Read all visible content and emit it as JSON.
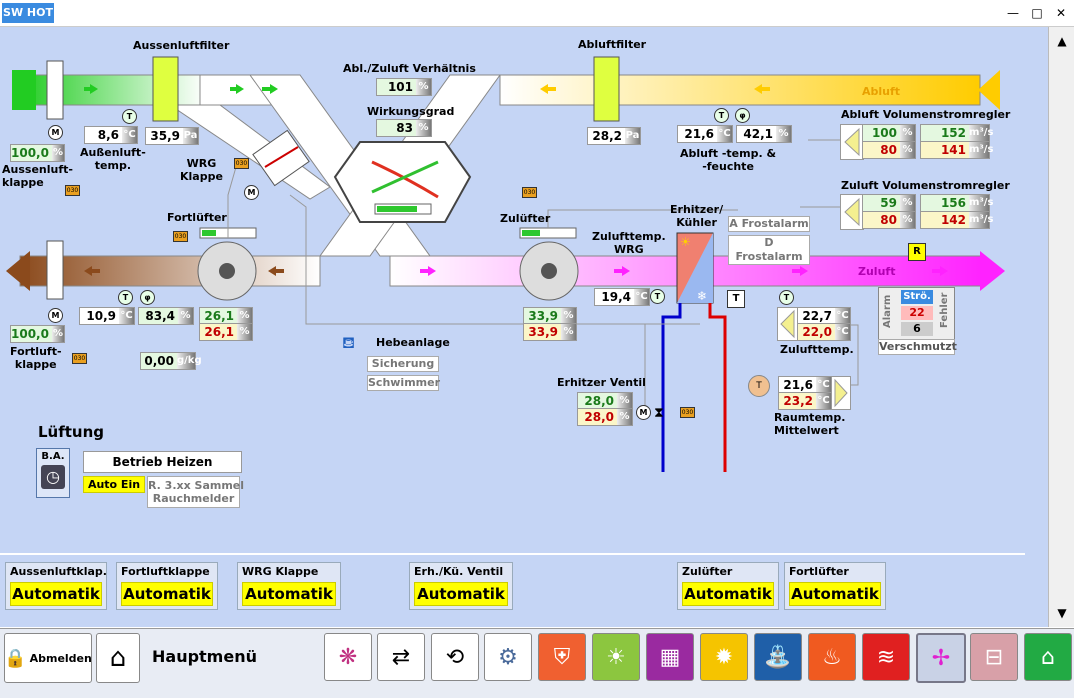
{
  "window": {
    "app_logo": "SW HOT"
  },
  "labels": {
    "aussenluftfilter": "Aussenluftfilter",
    "abluftfilter": "Abluftfilter",
    "verhaeltnis": "Abl./Zuluft Verhältnis",
    "wirkungsgrad": "Wirkungsgrad",
    "aussenluftklappe": "Aussenluft-\nklappe",
    "aussenlufttemp": "Außenluft-\ntemp.",
    "wrg_klappe": "WRG\nKlappe",
    "abluft_temp": "Abluft -temp. &\n-feuchte",
    "abluft_vsr": "Abluft Volumenstromregler",
    "zuluft_vsr": "Zuluft Volumenstromregler",
    "fortluefter": "Fortlüfter",
    "zuluefter": "Zulüfter",
    "erhitzer_kuehler": "Erhitzer/\nKühler",
    "zulufttemp_wrg": "Zulufttemp.\nWRG",
    "fortluftklappe": "Fortluft-\nklappe",
    "hebeanlage": "Hebeanlage",
    "erhitzer_ventil": "Erhitzer Ventil",
    "zulufttemp": "Zulufttemp.",
    "raumtemp": "Raumtemp.\nMittelwert",
    "abluft_duct": "Abluft",
    "zuluft_duct": "Zuluft",
    "lueftung": "Lüftung",
    "ba": "B.A."
  },
  "values": {
    "aussenluftklappe": "100,0",
    "aussenlufttemp": "8,6",
    "aussenluftfilter": "35,9",
    "verhaeltnis": "101",
    "wirkungsgrad": "83",
    "abluftfilter": "28,2",
    "abluft_temp": "21,6",
    "abluft_feuchte": "42,1",
    "abluft_vsr_ist": "100",
    "abluft_vsr_soll": "80",
    "abluft_vol_ist": "152",
    "abluft_vol_soll": "141",
    "zuluft_vsr_ist": "59",
    "zuluft_vsr_soll": "80",
    "zuluft_vol_ist": "156",
    "zuluft_vol_soll": "142",
    "fortluftklappe": "100,0",
    "fortluft_temp": "10,9",
    "fortluft_feuchte": "83,4",
    "fortluefter_ist": "26,1",
    "fortluefter_soll": "26,1",
    "fortluft_g": "0,00",
    "zulufttemp_wrg": "19,4",
    "zuluefter_ist": "33,9",
    "zuluefter_soll": "33,9",
    "erhitzer_ventil_ist": "28,0",
    "erhitzer_ventil_soll": "28,0",
    "zulufttemp_ist": "22,7",
    "zulufttemp_soll": "22,0",
    "raumtemp_ist": "21,6",
    "raumtemp_soll": "23,2",
    "filter_stroe": "22",
    "filter_fehler": "6"
  },
  "units": {
    "percent": "%",
    "celsius": "°C",
    "vol": "m³/s",
    "gkg": "g/kg",
    "pa": "Pa"
  },
  "status": {
    "frostalarm_a": "A Frostalarm",
    "frostalarm_d": "D Frostalarm",
    "sicherung": "Sicherung",
    "schwimmer": "Schwimmer",
    "stroe": "Strö.",
    "alarm": "Alarm",
    "fehler": "Fehler",
    "verschmutzt": "Verschmutzt",
    "betrieb": "Betrieb Heizen",
    "auto_ein": "Auto Ein",
    "sammel": "R. 3.xx Sammel\nRauchmelder",
    "r_badge": "R"
  },
  "modes": [
    {
      "title": "Aussenluftklap.",
      "value": "Automatik"
    },
    {
      "title": "Fortluftklappe",
      "value": "Automatik"
    },
    {
      "title": "WRG Klappe",
      "value": "Automatik"
    },
    {
      "title": "Erh./Kü. Ventil",
      "value": "Automatik"
    },
    {
      "title": "Zulüfter",
      "value": "Automatik"
    },
    {
      "title": "Fortlüfter",
      "value": "Automatik"
    }
  ],
  "bottom": {
    "logout": "Abmelden",
    "menu": "Hauptmenü"
  },
  "colors": {
    "background": "#c5d5f5",
    "duct": "#ffffff",
    "outdoor_green": "#22cc22",
    "exhaust_brown": "#8b4a1c",
    "supply_magenta": "#ff22ff",
    "extract_yellow": "#ffcc00"
  }
}
